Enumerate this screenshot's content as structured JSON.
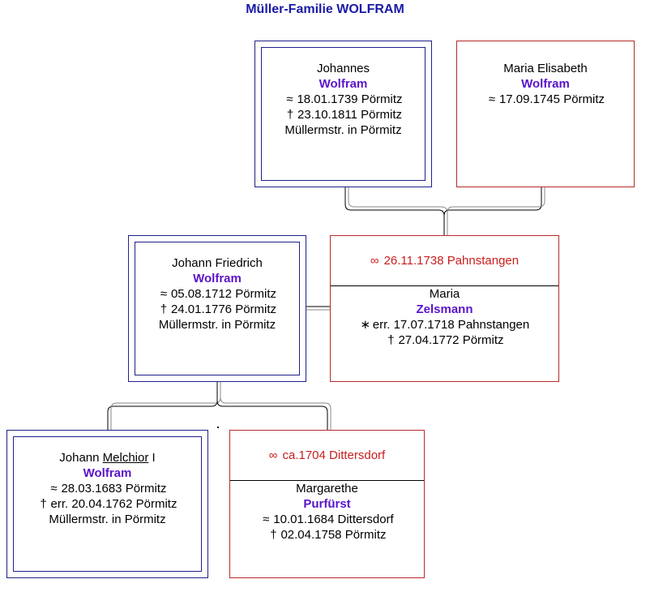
{
  "title": "Müller-Familie WOLFRAM",
  "colors": {
    "male_border": "#20208a",
    "female_border": "#b82a2a",
    "surname": "#5a14c8",
    "marriage": "#c81e1e",
    "title": "#1a1aa6"
  },
  "people": {
    "johannes": {
      "given": "Johannes",
      "surname": "Wolfram",
      "lines": [
        {
          "sym": "≈",
          "text": "18.01.1739 Pörmitz"
        },
        {
          "sym": "†",
          "text": "23.10.1811 Pörmitz"
        },
        {
          "sym": "",
          "text": "Müllermstr. in Pörmitz"
        }
      ]
    },
    "maria_elisabeth": {
      "given": "Maria Elisabeth",
      "surname": "Wolfram",
      "lines": [
        {
          "sym": "≈",
          "text": "17.09.1745 Pörmitz"
        }
      ]
    },
    "johann_friedrich": {
      "given": "Johann Friedrich",
      "surname": "Wolfram",
      "lines": [
        {
          "sym": "≈",
          "text": "05.08.1712 Pörmitz"
        },
        {
          "sym": "†",
          "text": "24.01.1776 Pörmitz"
        },
        {
          "sym": "",
          "text": "Müllermstr. in Pörmitz"
        }
      ]
    },
    "maria_zelsmann": {
      "marriage": "26.11.1738 Pahnstangen",
      "given": "Maria",
      "surname": "Zelsmann",
      "lines": [
        {
          "sym": "∗",
          "text": "err. 17.07.1718 Pahnstangen"
        },
        {
          "sym": "†",
          "text": "27.04.1772 Pörmitz"
        }
      ]
    },
    "johann_melchior": {
      "given_pre": "Johann ",
      "given_underlined": "Melchior",
      "given_post": " I",
      "surname": "Wolfram",
      "lines": [
        {
          "sym": "≈",
          "text": "28.03.1683 Pörmitz"
        },
        {
          "sym": "†",
          "text": "err. 20.04.1762 Pörmitz"
        },
        {
          "sym": "",
          "text": "Müllermstr. in Pörmitz"
        }
      ]
    },
    "margarethe": {
      "marriage": "ca.1704 Dittersdorf",
      "given": "Margarethe",
      "surname": "Purfürst",
      "lines": [
        {
          "sym": "≈",
          "text": "10.01.1684 Dittersdorf"
        },
        {
          "sym": "†",
          "text": "02.04.1758 Pörmitz"
        }
      ]
    }
  },
  "marriage_icon": "marriage-rings-icon"
}
